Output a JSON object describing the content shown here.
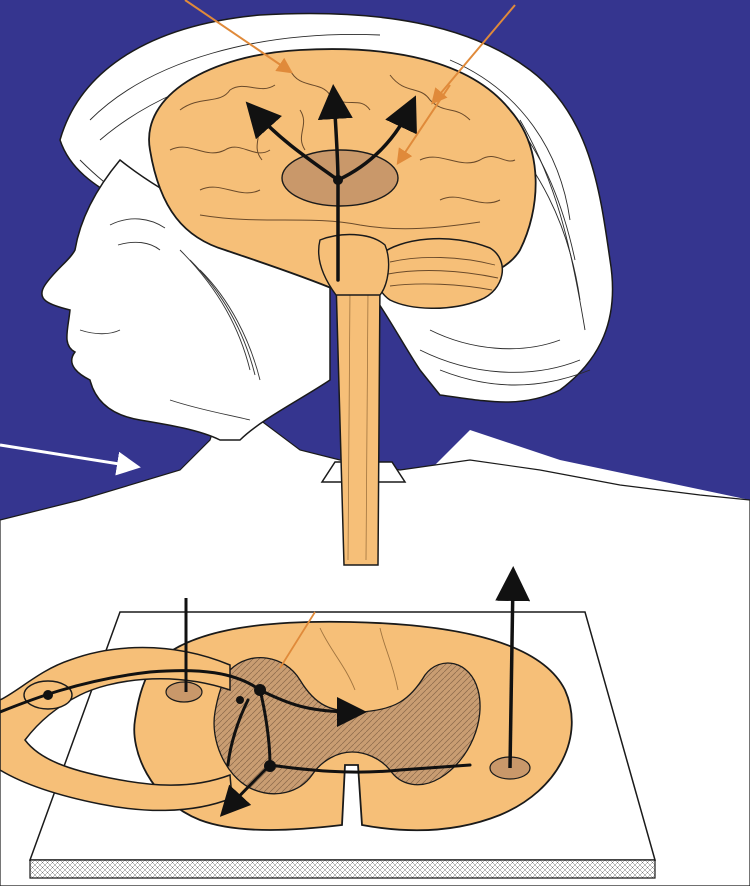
{
  "colors": {
    "background_top": "#35358f",
    "background_bottom": "#ffffff",
    "tissue": "#f6bf78",
    "tissue_dark": "#c9986a",
    "outline": "#1a1a1a",
    "pathway_arrow": "#111111",
    "pointer_arrow": "#e08a3a",
    "indicator_arrow": "#ffffff",
    "slab": "#ffffff"
  },
  "structures": [
    "head-profile",
    "hair",
    "brain",
    "cerebellum",
    "thalamus",
    "brainstem",
    "spinal-cord",
    "spinal-cord-cross-section",
    "dorsal-root-ganglion",
    "spinal-nerve"
  ]
}
